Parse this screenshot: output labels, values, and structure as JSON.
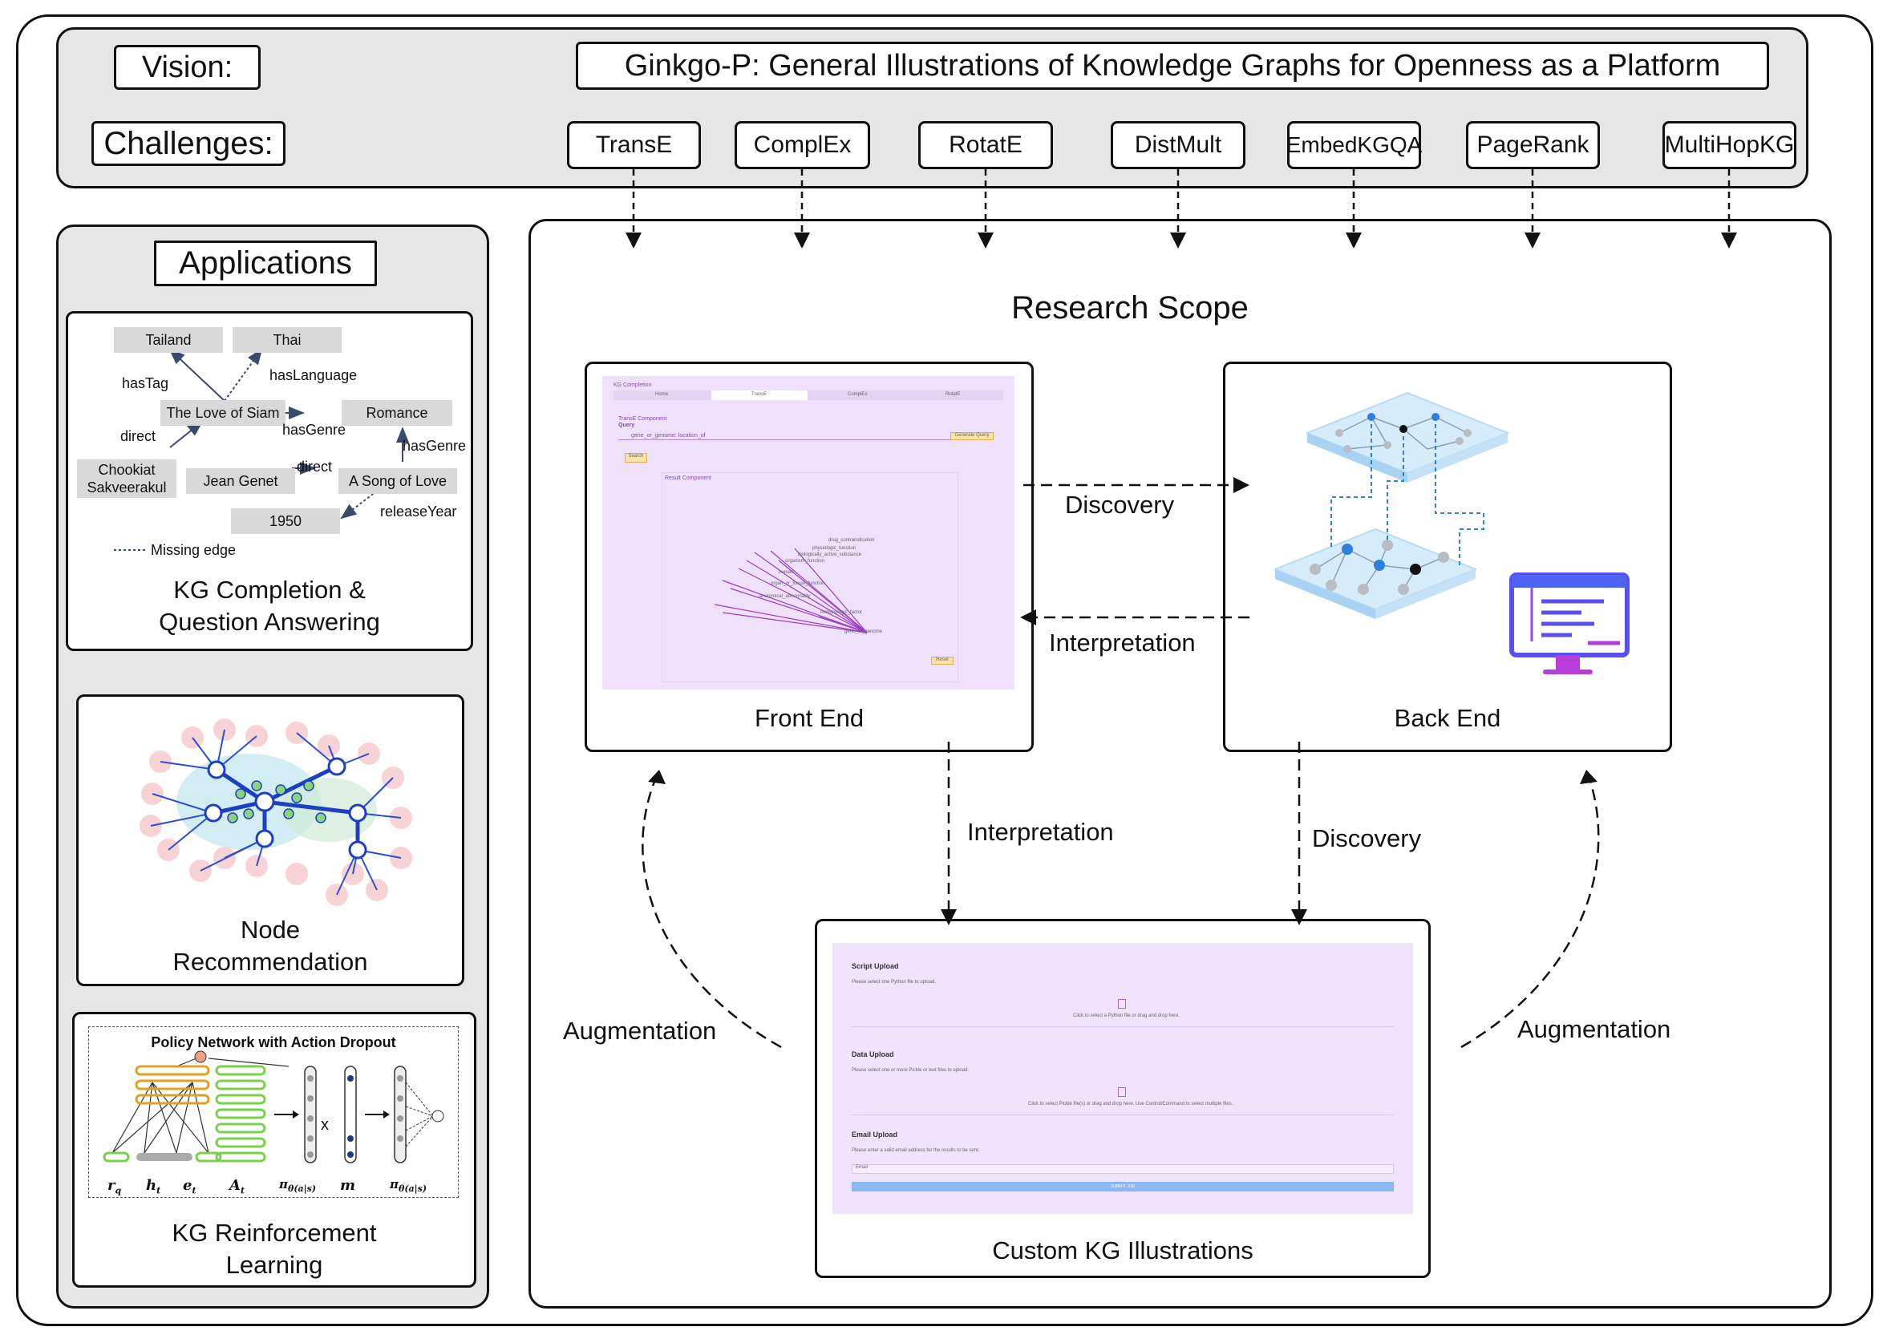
{
  "header": {
    "vision_label": "Vision:",
    "title": "Ginkgo-P: General Illustrations of Knowledge Graphs for Openness as a Platform",
    "challenges_label": "Challenges:",
    "challenges": [
      "TransE",
      "ComplEx",
      "RotatE",
      "DistMult",
      "EmbedKGQA",
      "PageRank",
      "MultiHopKG"
    ]
  },
  "applications": {
    "title": "Applications",
    "kg_completion": {
      "nodes": [
        "Tailand",
        "Thai",
        "The Love of Siam",
        "Romance",
        "Chookiat Sakveerakul",
        "Jean Genet",
        "A Song of Love",
        "1950"
      ],
      "edges": [
        "hasTag",
        "hasLanguage",
        "direct",
        "hasGenre",
        "hasGenre",
        "direct",
        "releaseYear"
      ],
      "legend": "Missing edge",
      "caption_line1": "KG Completion &",
      "caption_line2": "Question Answering"
    },
    "node_recommendation": {
      "caption_line1": "Node",
      "caption_line2": "Recommendation"
    },
    "reinforcement": {
      "figure_title": "Policy Network with Action Dropout",
      "labels": [
        "r",
        "h",
        "e",
        "A",
        "π",
        "m",
        "π"
      ],
      "subs": [
        "q",
        "t",
        "t",
        "t",
        "θ(a|s)",
        "",
        "θ(a|s)"
      ],
      "times": "x",
      "caption_line1": "KG Reinforcement",
      "caption_line2": "Learning"
    }
  },
  "scope": {
    "title": "Research Scope",
    "front_end": "Front End",
    "back_end": "Back End",
    "custom": "Custom KG Illustrations",
    "discovery_top": "Discovery",
    "interpretation_mid": "Interpretation",
    "interpretation_down": "Interpretation",
    "discovery_down": "Discovery",
    "augmentation_left": "Augmentation",
    "augmentation_right": "Augmentation"
  },
  "front_mock": {
    "app_title": "KG Completion",
    "tabs": [
      "Home",
      "TransE",
      "ComplEx",
      "RotatE"
    ],
    "section": "TransE Component",
    "query_label": "Query",
    "query_value": "gene_or_genome: location_of",
    "generate_btn": "Generate Query",
    "search_btn": "Search",
    "result_label": "Result Component",
    "graph_labels": [
      "drug_contraindication",
      "physiologic_function",
      "biologically_active_substance",
      "organism_function",
      "human",
      "organ_or_tissue_function",
      "anatomical_abnormality",
      "immunologic_factor",
      "gene_or_genome"
    ],
    "reset_btn": "Reset"
  },
  "custom_mock": {
    "script_title": "Script Upload",
    "script_desc": "Please select one Python file to upload.",
    "script_drop": "Click to select a Python file or drag and drop here.",
    "data_title": "Data Upload",
    "data_desc": "Please select one or more Pickle or text files to upload.",
    "data_drop": "Click to select Pickle file(s) or drag and drop here. Use Control/Command to select multiple files.",
    "email_title": "Email Upload",
    "email_desc": "Please enter a valid email address for the results to be sent.",
    "email_placeholder": "Email",
    "submit": "SUBMIT JOB"
  },
  "colors": {
    "grey_panel": "#e6e6e6",
    "mock_purple": "#efe0fb",
    "accent_purple": "#9b3fc4",
    "server_blue": "#2d7fe0",
    "submit_blue": "#8ab8f2"
  }
}
